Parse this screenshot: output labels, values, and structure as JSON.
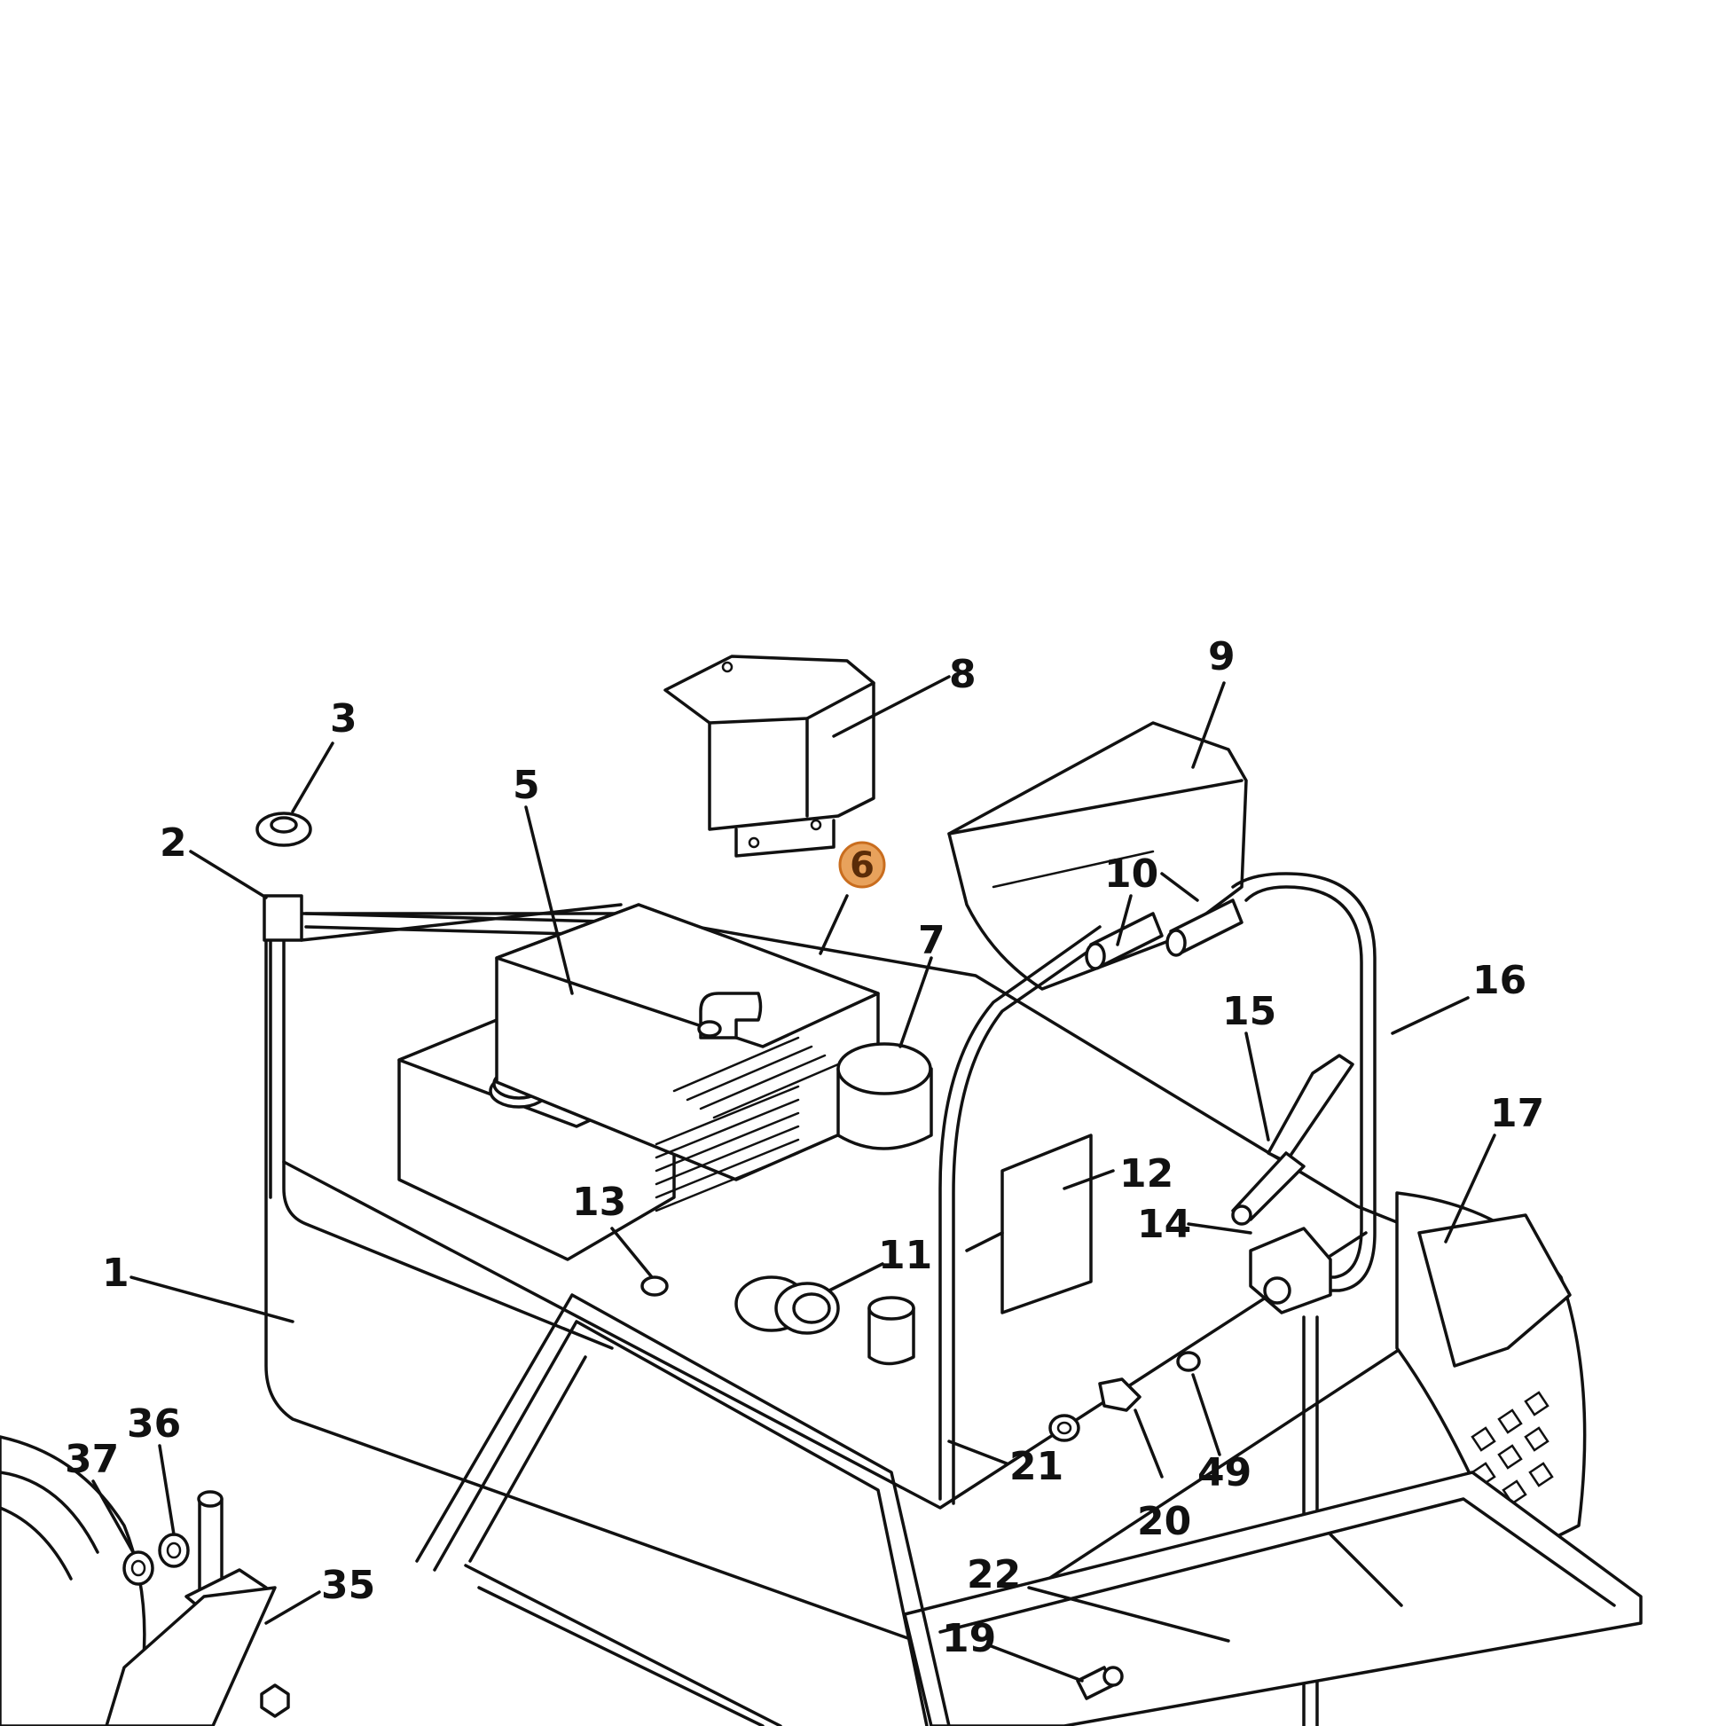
{
  "callouts": [
    {
      "id": "1",
      "label": "1"
    },
    {
      "id": "2",
      "label": "2"
    },
    {
      "id": "3",
      "label": "3"
    },
    {
      "id": "5",
      "label": "5"
    },
    {
      "id": "6",
      "label": "6",
      "highlighted": true
    },
    {
      "id": "7",
      "label": "7"
    },
    {
      "id": "8",
      "label": "8"
    },
    {
      "id": "9",
      "label": "9"
    },
    {
      "id": "10",
      "label": "10"
    },
    {
      "id": "11",
      "label": "11"
    },
    {
      "id": "12",
      "label": "12"
    },
    {
      "id": "13",
      "label": "13"
    },
    {
      "id": "14",
      "label": "14"
    },
    {
      "id": "15",
      "label": "15"
    },
    {
      "id": "16",
      "label": "16"
    },
    {
      "id": "17",
      "label": "17"
    },
    {
      "id": "19",
      "label": "19"
    },
    {
      "id": "20",
      "label": "20"
    },
    {
      "id": "21",
      "label": "21"
    },
    {
      "id": "22",
      "label": "22"
    },
    {
      "id": "35",
      "label": "35"
    },
    {
      "id": "36",
      "label": "36"
    },
    {
      "id": "37",
      "label": "37"
    },
    {
      "id": "49",
      "label": "49"
    }
  ],
  "colors": {
    "line": "#111111",
    "background": "#ffffff",
    "highlight_fill": "#e8a25c",
    "highlight_stroke": "#c96d1e",
    "highlight_text": "#5a2c08"
  }
}
